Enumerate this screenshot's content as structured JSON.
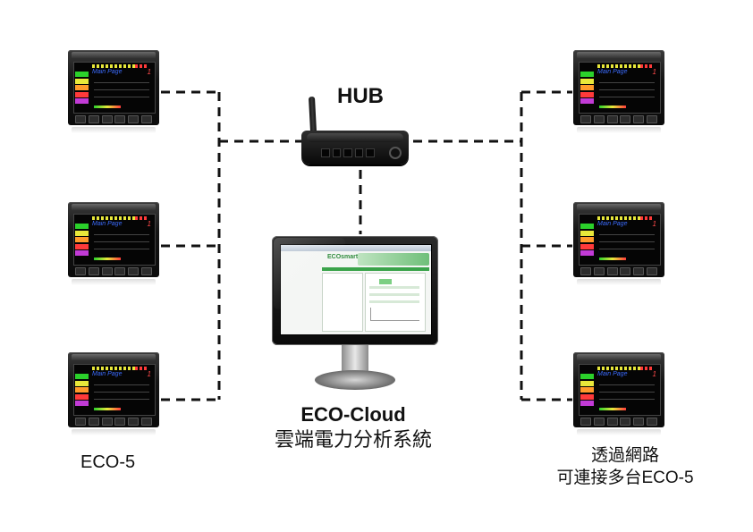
{
  "hub": {
    "label": "HUB"
  },
  "cloud": {
    "title": "ECO-Cloud",
    "subtitle": "雲端電力分析系統"
  },
  "left_caption": "ECO-5",
  "right_caption": {
    "line1": "透過網路",
    "line2": "可連接多台ECO-5"
  },
  "meter_screen": {
    "title": "Main Page",
    "page": "1"
  },
  "meters": [
    {
      "name": "meter-left-1",
      "side": "left"
    },
    {
      "name": "meter-left-2",
      "side": "left"
    },
    {
      "name": "meter-left-3",
      "side": "left"
    },
    {
      "name": "meter-right-1",
      "side": "right"
    },
    {
      "name": "meter-right-2",
      "side": "right"
    },
    {
      "name": "meter-right-3",
      "side": "right"
    }
  ],
  "web_app": {
    "logo_text": "ECOsmart"
  },
  "colors": {
    "line": "#111111",
    "background": "#ffffff",
    "meter_title": "#3c6cff",
    "led_green": "#2bd12b"
  }
}
